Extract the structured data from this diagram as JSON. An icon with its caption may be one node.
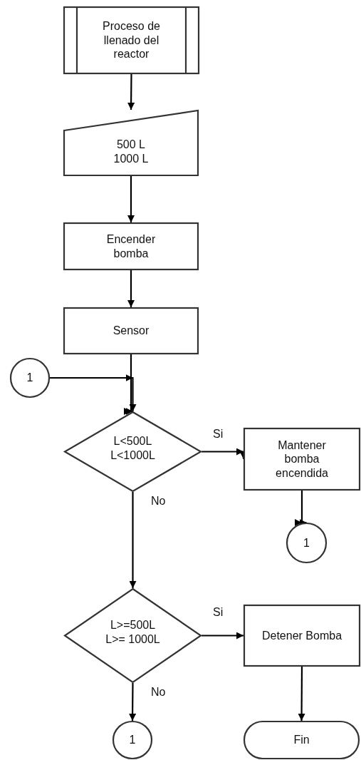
{
  "diagram": {
    "nodes": [
      {
        "text": [
          "Proceso de llenado del reactor"
        ]
      },
      {
        "text": [
          "500 L",
          "1000 L"
        ]
      },
      {
        "text": [
          "Encender bomba"
        ]
      },
      {
        "text": [
          "Sensor"
        ]
      },
      {
        "text": [
          "1"
        ]
      },
      {
        "text": [
          "L<500L",
          "L<1000L"
        ]
      },
      {
        "text": [
          "Mantener bomba encendida"
        ]
      },
      {
        "text": [
          "1"
        ]
      },
      {
        "text": [
          "L>=500L",
          "L>= 1000L"
        ]
      },
      {
        "text": [
          "Detener Bomba"
        ]
      },
      {
        "text": [
          "1"
        ]
      },
      {
        "text": [
          "Fin"
        ]
      }
    ],
    "edges": [
      {
        "from": 0,
        "to": 1,
        "arrow": "to"
      },
      {
        "from": 1,
        "to": 2,
        "arrow": "to"
      },
      {
        "from": 2,
        "to": 3,
        "arrow": "to"
      },
      {
        "from": 3,
        "to": 5,
        "arrow": "to"
      },
      {
        "from": 4,
        "to": 5,
        "arrow": "to"
      },
      {
        "from": 5,
        "to": 6,
        "arrow": "to",
        "label": "Si"
      },
      {
        "from": 6,
        "to": 7,
        "arrow": "to"
      },
      {
        "from": 5,
        "to": 8,
        "arrow": "to",
        "label": "No"
      },
      {
        "from": 8,
        "to": 9,
        "arrow": "to",
        "label": "Si"
      },
      {
        "from": 9,
        "to": 11,
        "arrow": "to"
      },
      {
        "from": 8,
        "to": 10,
        "arrow": "to",
        "label": "No"
      }
    ]
  }
}
